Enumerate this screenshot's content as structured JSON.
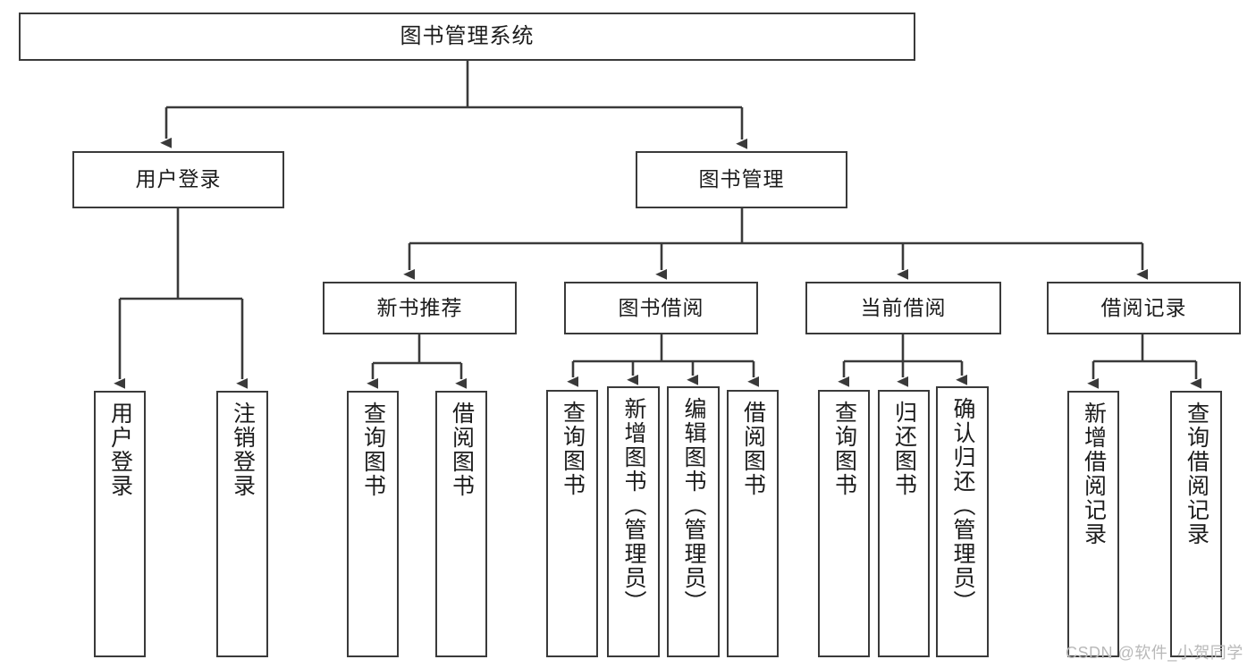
{
  "diagram": {
    "type": "tree-hierarchy",
    "title": "图书管理系统",
    "watermark": "CSDN @软件_小贺同学",
    "colors": {
      "stroke": "#3a3a3a",
      "fill": "#ffffff",
      "text": "#1c1c1c",
      "watermark": "#b9b9b9"
    },
    "nodes": {
      "root": {
        "label": "图书管理系统",
        "level": 1,
        "orientation": "horizontal"
      },
      "l2": [
        {
          "label": "用户登录",
          "level": 2,
          "orientation": "horizontal"
        },
        {
          "label": "图书管理",
          "level": 2,
          "orientation": "horizontal"
        }
      ],
      "l3": [
        {
          "label": "新书推荐",
          "level": 3,
          "orientation": "horizontal",
          "parent": "图书管理"
        },
        {
          "label": "图书借阅",
          "level": 3,
          "orientation": "horizontal",
          "parent": "图书管理"
        },
        {
          "label": "当前借阅",
          "level": 3,
          "orientation": "horizontal",
          "parent": "图书管理"
        },
        {
          "label": "借阅记录",
          "level": 3,
          "orientation": "horizontal",
          "parent": "图书管理"
        }
      ],
      "leaves_user_login": [
        {
          "label": "用户登录",
          "orientation": "vertical",
          "parent": "用户登录"
        },
        {
          "label": "注销登录",
          "orientation": "vertical",
          "parent": "用户登录"
        }
      ],
      "leaves_new_book": [
        {
          "label": "查询图书",
          "orientation": "vertical",
          "parent": "新书推荐"
        },
        {
          "label": "借阅图书",
          "orientation": "vertical",
          "parent": "新书推荐"
        }
      ],
      "leaves_borrow": [
        {
          "label": "查询图书",
          "orientation": "vertical",
          "parent": "图书借阅"
        },
        {
          "label": "新增图书（管理员）",
          "orientation": "vertical",
          "parent": "图书借阅"
        },
        {
          "label": "编辑图书（管理员）",
          "orientation": "vertical",
          "parent": "图书借阅"
        },
        {
          "label": "借阅图书",
          "orientation": "vertical",
          "parent": "图书借阅"
        }
      ],
      "leaves_current": [
        {
          "label": "查询图书",
          "orientation": "vertical",
          "parent": "当前借阅"
        },
        {
          "label": "归还图书",
          "orientation": "vertical",
          "parent": "当前借阅"
        },
        {
          "label": "确认归还（管理员）",
          "orientation": "vertical",
          "parent": "当前借阅"
        }
      ],
      "leaves_record": [
        {
          "label": "新增借阅记录",
          "orientation": "vertical",
          "parent": "借阅记录"
        },
        {
          "label": "查询借阅记录",
          "orientation": "vertical",
          "parent": "借阅记录"
        }
      ]
    }
  }
}
